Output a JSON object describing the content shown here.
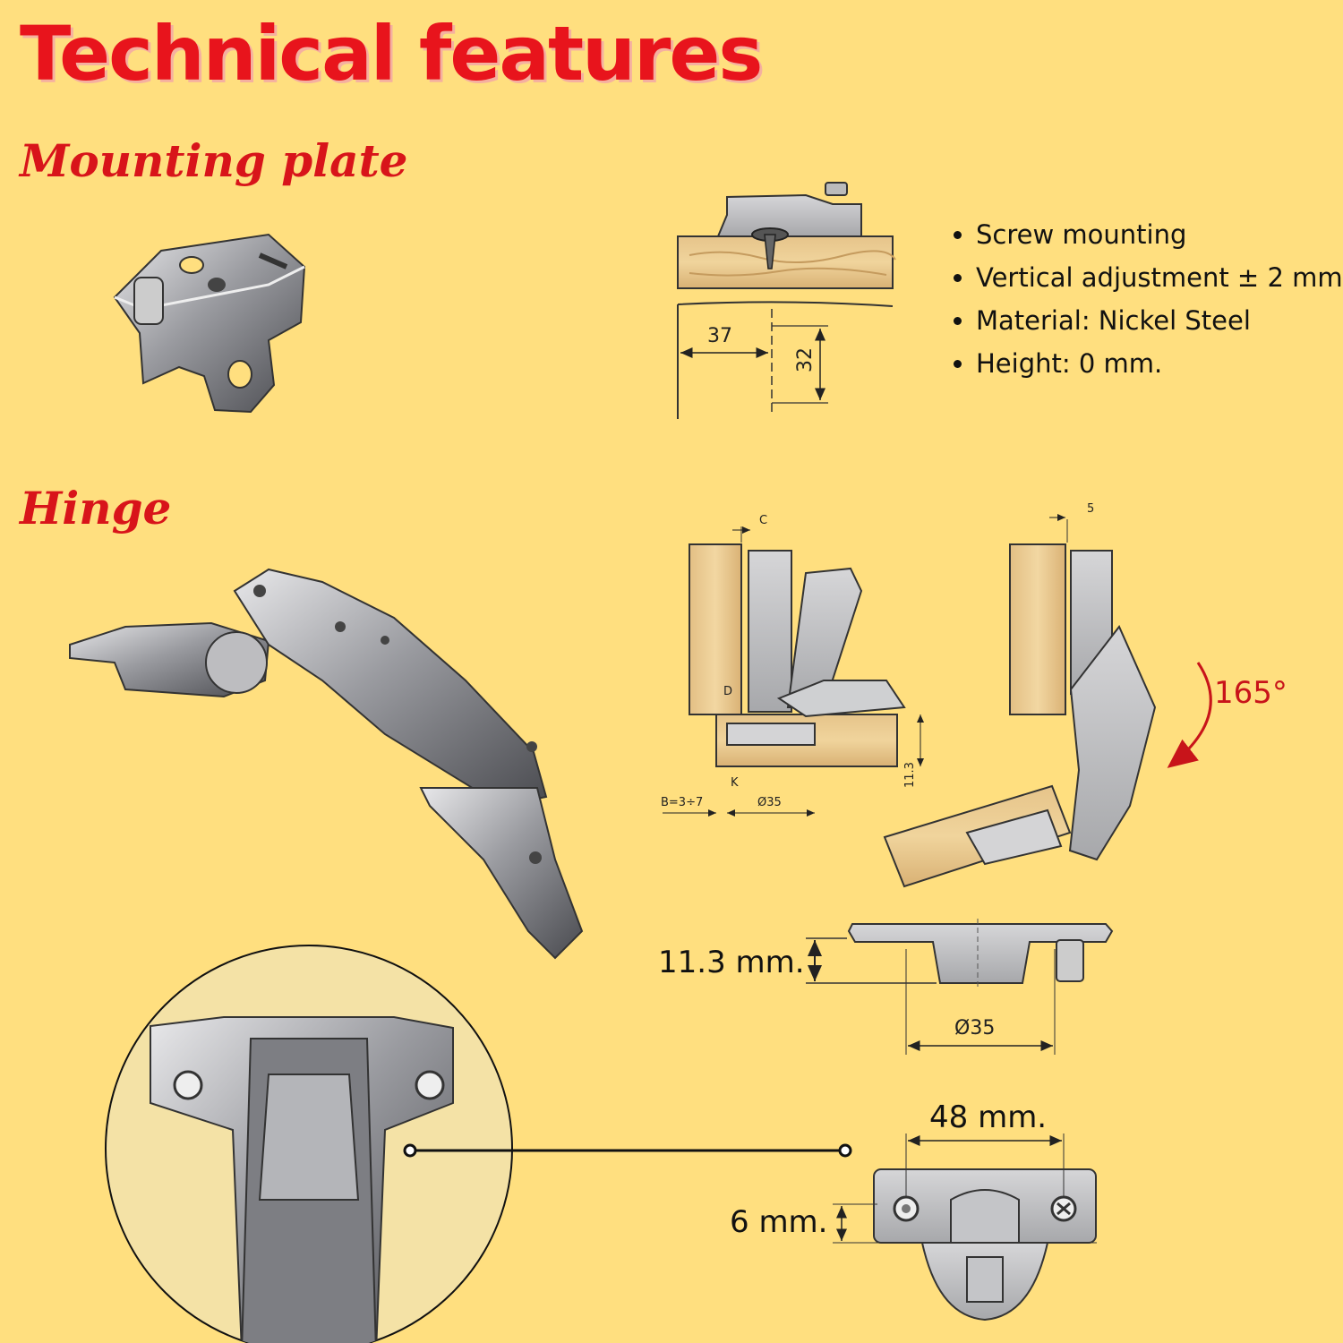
{
  "title": "Technical features",
  "sections": {
    "mounting_plate": "Mounting plate",
    "hinge": "Hinge"
  },
  "specs": [
    "Screw mounting",
    "Vertical adjustment ± 2 mm",
    "Material:  Nickel Steel",
    "Height: 0 mm."
  ],
  "plate_dims": {
    "horizontal": "37",
    "vertical": "32"
  },
  "hinge_dims": {
    "c": "C",
    "d": "D",
    "k": "K",
    "b": "B=3÷7",
    "cup_small": "Ø35",
    "depth_small": "11.3",
    "gap": "5",
    "angle": "165°"
  },
  "cup_dims": {
    "depth": "11.3 mm.",
    "diameter": "Ø35"
  },
  "wing_dims": {
    "spacing": "48 mm.",
    "offset": "6 mm."
  },
  "colors": {
    "background": "#ffdf7f",
    "title": "#e8141c",
    "accent": "#c8141a"
  }
}
